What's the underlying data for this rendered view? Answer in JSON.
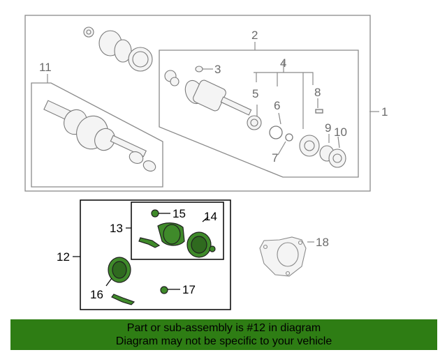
{
  "callouts": {
    "c1": "1",
    "c2": "2",
    "c3": "3",
    "c4": "4",
    "c5": "5",
    "c6": "6",
    "c7": "7",
    "c8": "8",
    "c9": "9",
    "c10": "10",
    "c11": "11",
    "c12": "12",
    "c13": "13",
    "c14": "14",
    "c15": "15",
    "c16": "16",
    "c17": "17",
    "c18": "18"
  },
  "colors": {
    "highlight_part": "#3f8a2a",
    "banner_bg": "#2e7d14",
    "line_grey": "#8a8a8a"
  },
  "banner": {
    "line1": "Part or sub-assembly is #12 in diagram",
    "line2": "Diagram may not be specific to your vehicle"
  }
}
